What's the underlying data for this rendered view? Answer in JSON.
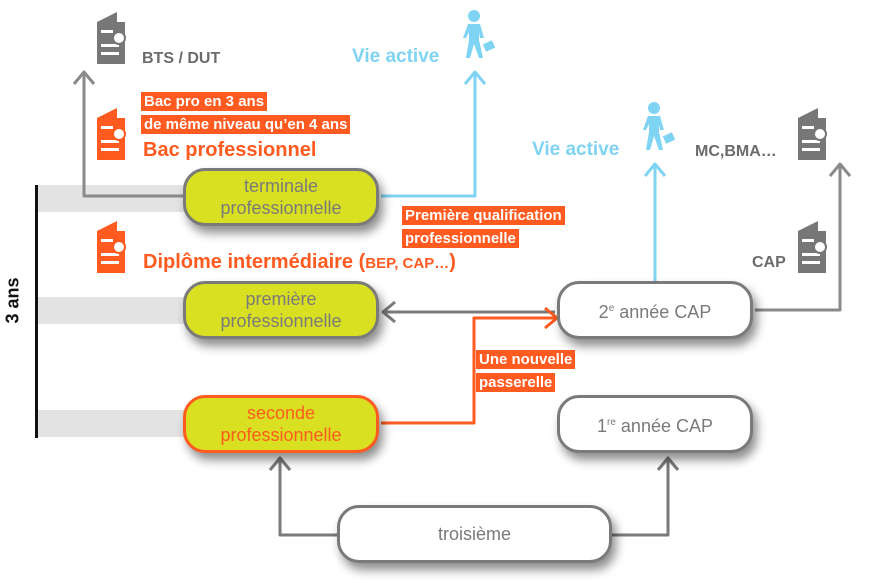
{
  "duration_label": "3 ans",
  "boxes": {
    "terminale": [
      "terminale",
      "professionnelle"
    ],
    "premiere": [
      "première",
      "professionnelle"
    ],
    "seconde": [
      "seconde",
      "professionnelle"
    ],
    "cap2": {
      "num": "2",
      "sup": "e",
      "text": " année ",
      "cap": "CAP"
    },
    "cap1": {
      "num": "1",
      "sup": "re",
      "text": " année ",
      "cap": "CAP"
    },
    "troisieme": "troisième"
  },
  "labels": {
    "bts_dut": "BTS / DUT",
    "vie_active_top": "Vie active",
    "vie_active_mid": "Vie active",
    "bac_pro_note1": "Bac pro en 3 ans",
    "bac_pro_note2": "de même niveau qu’en 4 ans",
    "bac_pro": "Bac professionnel",
    "diplome": "Diplôme intermédiaire (",
    "diplome_small": "BEP, CAP…",
    "diplome_end": ")",
    "qualif1": "Première qualification",
    "qualif2": "professionnelle",
    "mc_bma": "MC,BMA…",
    "cap": "CAP",
    "passerelle1": "Une nouvelle",
    "passerelle2": "passerelle"
  },
  "colors": {
    "orange": "#ff5a1f",
    "lime": "#d9e021",
    "blue": "#7fd3f3",
    "gray": "#7a7a7a"
  }
}
